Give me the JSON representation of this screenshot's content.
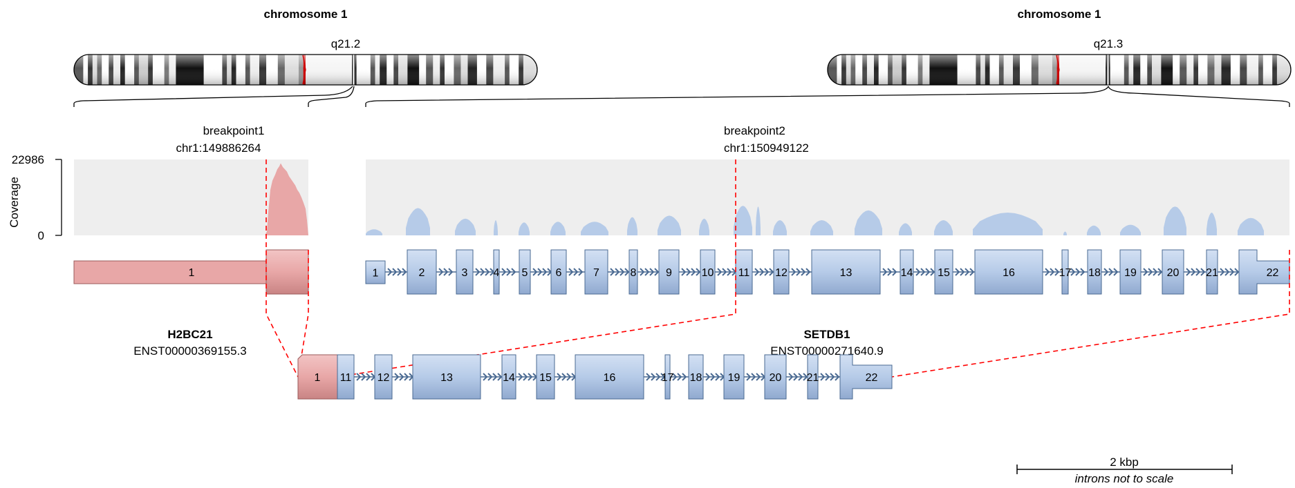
{
  "chromosome_left": {
    "title": "chromosome 1",
    "band": "q21.2"
  },
  "chromosome_right": {
    "title": "chromosome 1",
    "band": "q21.3"
  },
  "breakpoint1": {
    "label": "breakpoint1",
    "coord": "chr1:149886264"
  },
  "breakpoint2": {
    "label": "breakpoint2",
    "coord": "chr1:150949122"
  },
  "coverage": {
    "axis_label": "Coverage",
    "max": "22986",
    "min": "0"
  },
  "gene1": {
    "name": "H2BC21",
    "transcript": "ENST00000369155.3",
    "color": "#e8a7a7",
    "exons": [
      "1"
    ]
  },
  "gene2": {
    "name": "SETDB1",
    "transcript": "ENST00000271640.9",
    "color": "#b6cbe8",
    "exons": [
      "1",
      "2",
      "3",
      "4",
      "5",
      "6",
      "7",
      "8",
      "9",
      "10",
      "11",
      "12",
      "13",
      "14",
      "15",
      "16",
      "17",
      "18",
      "19",
      "20",
      "21",
      "22"
    ]
  },
  "fusion": {
    "exons": [
      "1",
      "11",
      "12",
      "13",
      "14",
      "15",
      "16",
      "17",
      "18",
      "19",
      "20",
      "21",
      "22"
    ]
  },
  "scale": {
    "label": "2 kbp",
    "note": "introns not to scale"
  }
}
